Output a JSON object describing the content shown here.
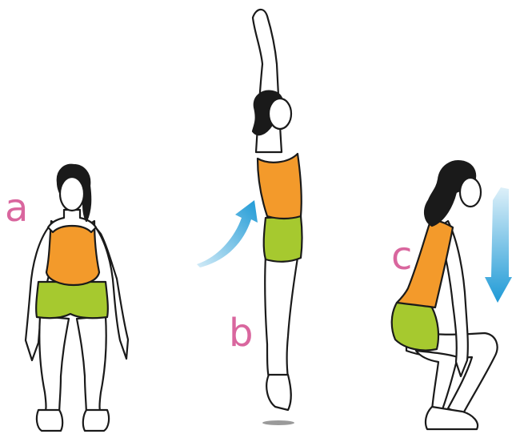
{
  "steps": [
    {
      "id": "a",
      "label": "a",
      "pose": "standing"
    },
    {
      "id": "b",
      "label": "b",
      "pose": "jumping"
    },
    {
      "id": "c",
      "label": "c",
      "pose": "squat-landing"
    }
  ],
  "arrows": [
    {
      "id": "up-arrow",
      "direction": "up"
    },
    {
      "id": "down-arrow",
      "direction": "down"
    }
  ],
  "colors": {
    "label": "#d9669e",
    "top": "#f39a2b",
    "shorts": "#a6c92f",
    "arrow": "#1f9ad6",
    "outline": "#1a1a1a",
    "shadow": "#9a9a9a"
  }
}
